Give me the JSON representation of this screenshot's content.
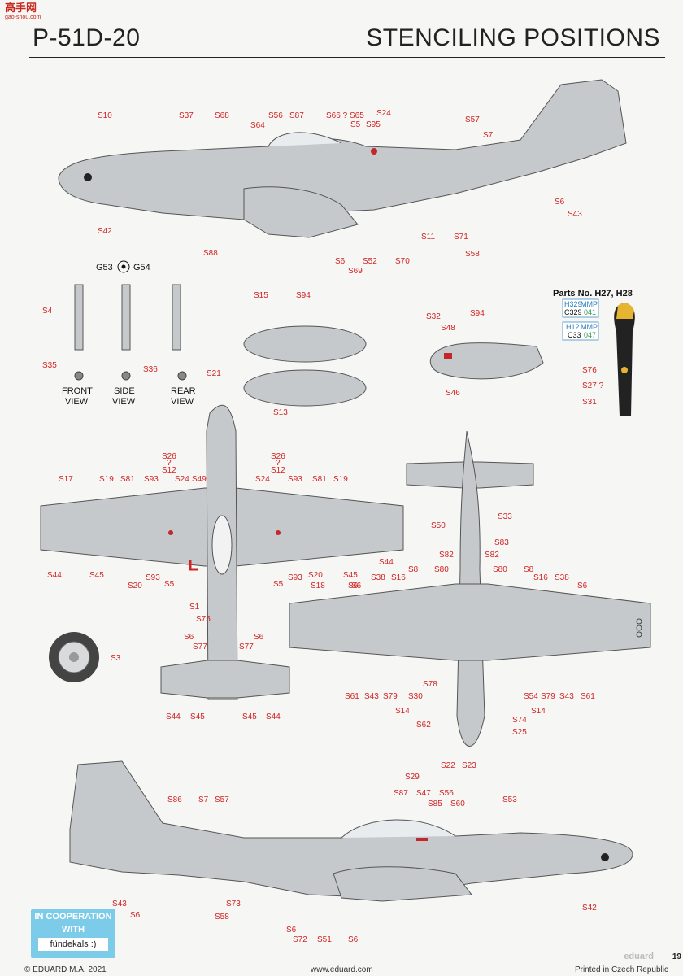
{
  "header": {
    "model": "P-51D-20",
    "section": "STENCILING POSITIONS"
  },
  "watermark": {
    "text": "高手网",
    "url": "gao-shou.com"
  },
  "labels": {
    "side_top": [
      "S10",
      "S37",
      "S68",
      "S56",
      "S87",
      "S66 ?",
      "S65",
      "S24",
      "S5",
      "S95",
      "S64",
      "S57",
      "S7",
      "S42",
      "S88",
      "S6",
      "S69",
      "S52",
      "S70",
      "S11",
      "S71",
      "S58",
      "S6",
      "S43"
    ],
    "landing_gear": [
      "G53",
      "G54",
      "S4",
      "S35",
      "S36",
      "S21",
      "FRONT",
      "VIEW",
      "SIDE",
      "VIEW",
      "REAR",
      "VIEW"
    ],
    "drop_tanks": [
      "S15",
      "S94",
      "S13",
      "S32",
      "S48",
      "S94",
      "S46"
    ],
    "propeller": [
      "Parts No. H27, H28",
      "S76",
      "S27 ?",
      "S31"
    ],
    "paint_refs": [
      {
        "code1": "H329",
        "brand1": "MMP",
        "code2": "C329",
        "num2": "041"
      },
      {
        "code1": "H12",
        "brand1": "MMP",
        "code2": "C33",
        "num2": "047"
      }
    ],
    "top_view": [
      "S17",
      "S19",
      "S81",
      "S93",
      "S12",
      "S26",
      "?",
      "S24",
      "S49",
      "S26",
      "?",
      "S12",
      "S24",
      "S93",
      "S81",
      "S19",
      "S44",
      "S45",
      "S20",
      "S93",
      "S5",
      "S1",
      "S75",
      "S5",
      "S93",
      "S20",
      "S18",
      "S45",
      "S6",
      "S44",
      "S6",
      "S77",
      "S77",
      "S6",
      "S44",
      "S45",
      "S45",
      "S44",
      "S3"
    ],
    "bottom_view": [
      "S33",
      "S50",
      "S83",
      "S82",
      "S82",
      "S80",
      "S80",
      "S8",
      "S16",
      "S38",
      "S6",
      "S8",
      "S16",
      "S38",
      "S6",
      "S61",
      "S43",
      "S79",
      "S30",
      "S78",
      "S14",
      "S54",
      "S79",
      "S43",
      "S61",
      "S14",
      "S62",
      "S74",
      "S25",
      "S22",
      "S23"
    ],
    "side_bottom": [
      "S29",
      "S86",
      "S7",
      "S57",
      "S87",
      "S47",
      "S56",
      "S85",
      "S60",
      "S53",
      "S43",
      "S6",
      "S73",
      "S58",
      "S6",
      "S72",
      "S51",
      "S6",
      "S42"
    ]
  },
  "cooperation": {
    "line1": "IN COOPERATION",
    "line2": "WITH",
    "brand": "fündekals :)"
  },
  "footer": {
    "copyright": "© EDUARD M.A. 2021",
    "website": "www.eduard.com",
    "printed": "Printed in Czech Republic",
    "brand_mark": "eduard",
    "page": "19"
  },
  "colors": {
    "aircraft_gray": "#c6c9cc",
    "line": "#555555",
    "label_red": "#d02424",
    "paint_blue": "#2a7fc0"
  }
}
